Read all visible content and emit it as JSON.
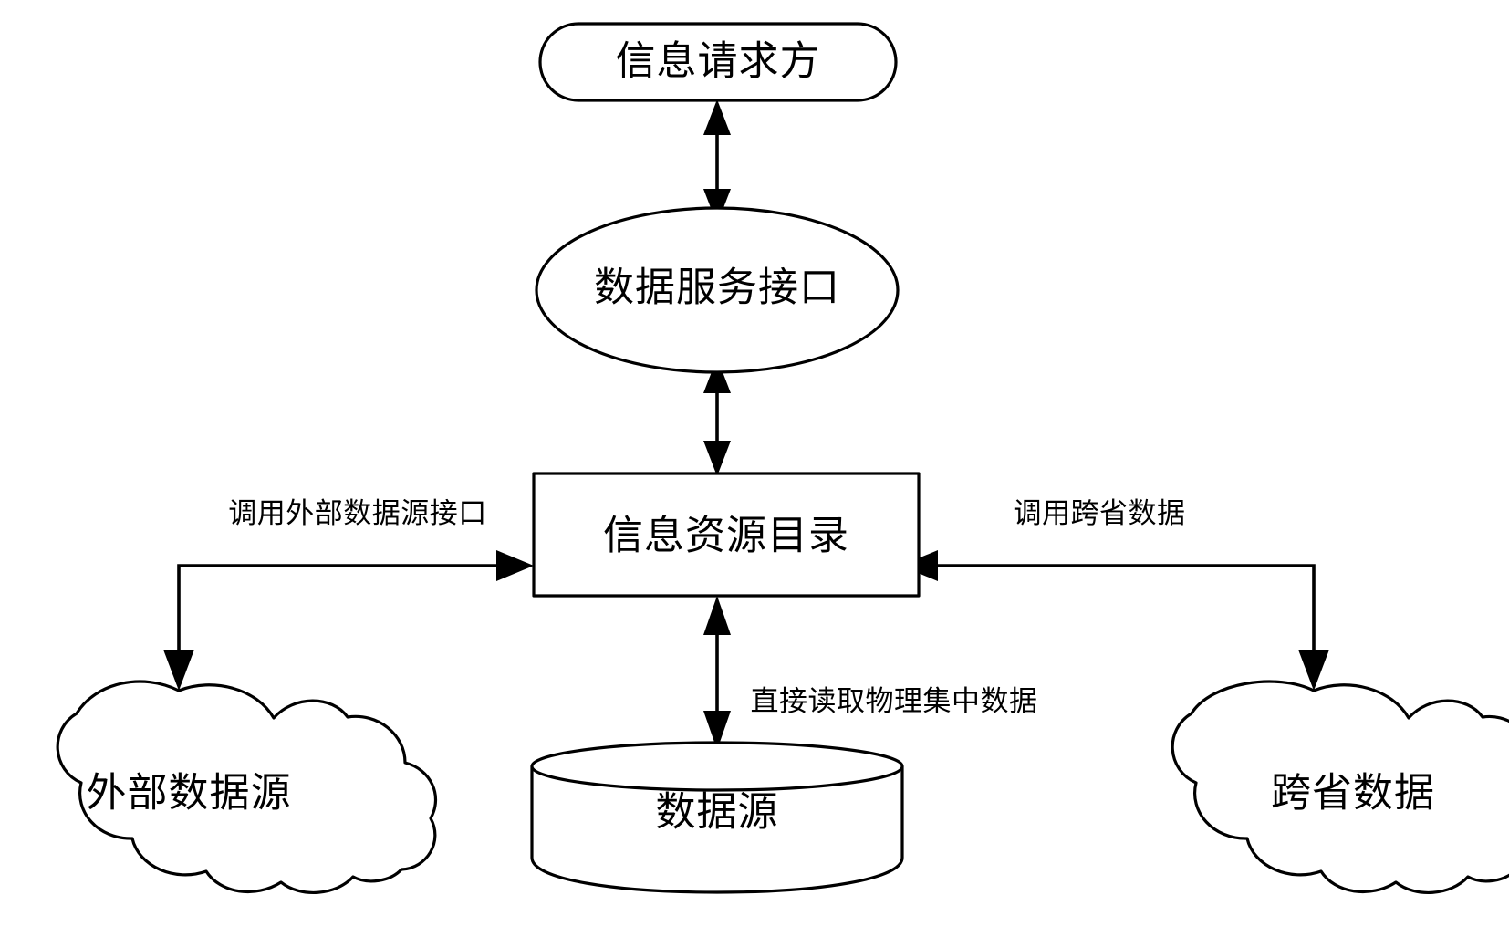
{
  "diagram": {
    "type": "flowchart",
    "background_color": "#ffffff",
    "line_color": "#000000",
    "nodes": {
      "requester": {
        "label": "信息请求方",
        "shape": "stadium"
      },
      "service_interface": {
        "label": "数据服务接口",
        "shape": "ellipse"
      },
      "resource_catalog": {
        "label": "信息资源目录",
        "shape": "rectangle"
      },
      "external_source": {
        "label": "外部数据源",
        "shape": "cloud"
      },
      "data_source": {
        "label": "数据源",
        "shape": "cylinder"
      },
      "cross_province": {
        "label": "跨省数据",
        "shape": "cloud"
      }
    },
    "edges": {
      "requester_interface": {
        "label": "",
        "from": "service_interface",
        "to": "requester",
        "arrows": "both"
      },
      "interface_catalog": {
        "label": "",
        "from": "service_interface",
        "to": "resource_catalog",
        "arrows": "both"
      },
      "external_call": {
        "label": "调用外部数据源接口",
        "from": "external_source",
        "to": "resource_catalog",
        "arrows": "both"
      },
      "central_read": {
        "label": "直接读取物理集中数据",
        "from": "data_source",
        "to": "resource_catalog",
        "arrows": "both"
      },
      "cross_province_call": {
        "label": "调用跨省数据",
        "from": "cross_province",
        "to": "resource_catalog",
        "arrows": "both"
      }
    }
  }
}
